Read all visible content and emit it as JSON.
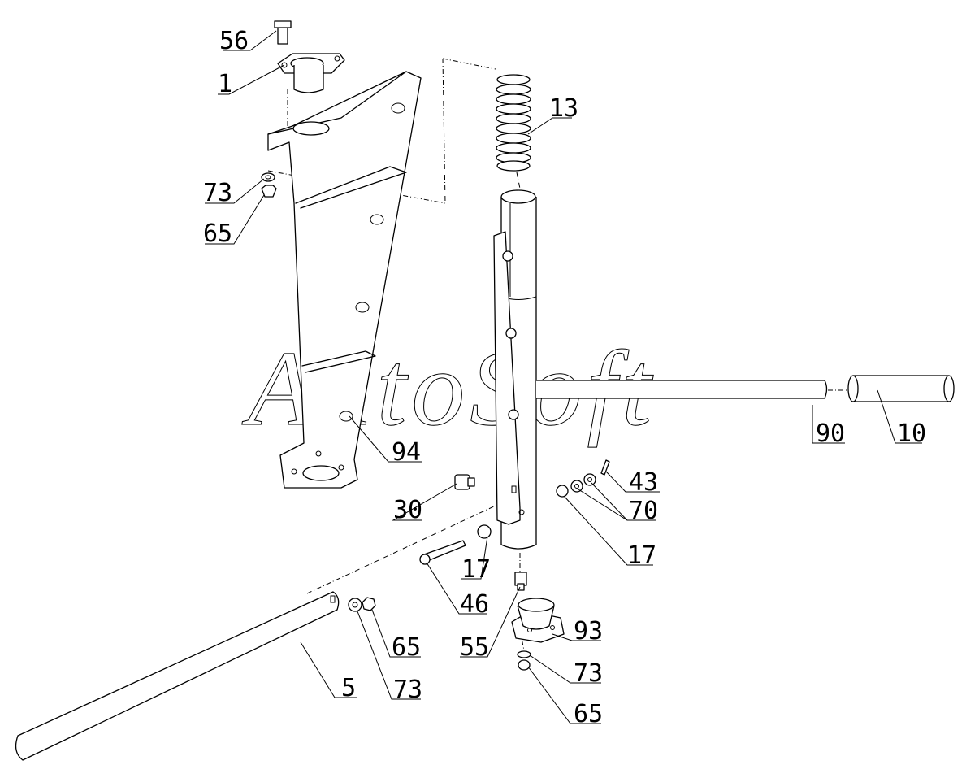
{
  "watermark": {
    "text": "AutoSoft"
  },
  "callouts": [
    {
      "id": "56",
      "label": "56"
    },
    {
      "id": "1",
      "label": "1"
    },
    {
      "id": "13",
      "label": "13"
    },
    {
      "id": "73a",
      "label": "73"
    },
    {
      "id": "65a",
      "label": "65"
    },
    {
      "id": "94",
      "label": "94"
    },
    {
      "id": "90",
      "label": "90"
    },
    {
      "id": "10",
      "label": "10"
    },
    {
      "id": "43",
      "label": "43"
    },
    {
      "id": "70",
      "label": "70"
    },
    {
      "id": "30",
      "label": "30"
    },
    {
      "id": "17a",
      "label": "17"
    },
    {
      "id": "17b",
      "label": "17"
    },
    {
      "id": "46",
      "label": "46"
    },
    {
      "id": "55",
      "label": "55"
    },
    {
      "id": "93",
      "label": "93"
    },
    {
      "id": "65b",
      "label": "65"
    },
    {
      "id": "73b",
      "label": "73"
    },
    {
      "id": "5",
      "label": "5"
    },
    {
      "id": "73c",
      "label": "73"
    },
    {
      "id": "65c",
      "label": "65"
    }
  ]
}
